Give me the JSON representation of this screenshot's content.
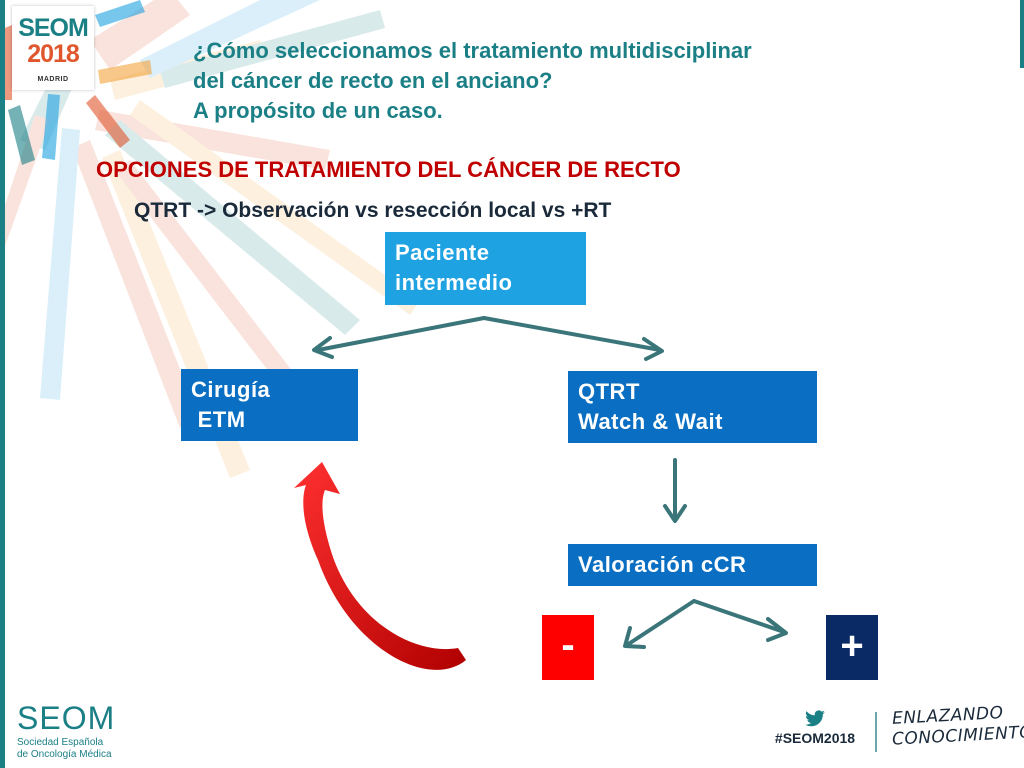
{
  "header": {
    "logo": {
      "line1": "SEOM",
      "line2": "2018",
      "city": "MADRID"
    },
    "title_lines": [
      "¿Cómo seleccionamos el tratamiento multidisciplinar",
      "del cáncer de recto en el anciano?",
      "A propósito de un caso."
    ]
  },
  "section_title": "OPCIONES DE TRATAMIENTO DEL CÁNCER DE RECTO",
  "subtitle": "QTRT -> Observación vs resección local vs +RT",
  "flow": {
    "patient": {
      "line1": "Paciente",
      "line2": "intermedio"
    },
    "surgery": {
      "line1": "Cirugía",
      "line2": " ETM"
    },
    "qtrt": {
      "line1": "QTRT",
      "line2": "Watch & Wait"
    },
    "evaluation": "Valoración cCR",
    "negative": "-",
    "positive": "+"
  },
  "footer": {
    "seom_name": "SEOM",
    "seom_sub1": "Sociedad Española",
    "seom_sub2": "de Oncología Médica",
    "hashtag": "#SEOM2018",
    "tagline1": "ENLAZANDO",
    "tagline2": "CONOCIMIENTO"
  },
  "colors": {
    "teal": "#1b7f86",
    "red": "#c00000",
    "box_light_blue": "#1ea2e1",
    "box_blue": "#0a6fc2",
    "negative_red": "#ff0000",
    "positive_navy": "#0a2a66",
    "arrow": "#3a7579"
  }
}
